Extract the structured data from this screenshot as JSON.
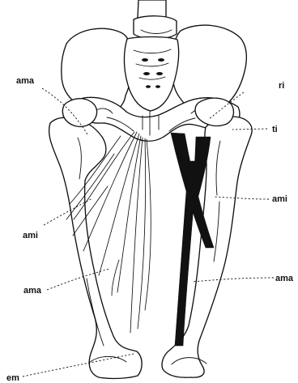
{
  "figure": {
    "labels": {
      "ama_top_left": "ama",
      "ri": "ri",
      "ti": "ti",
      "ami_left": "ami",
      "ami_right": "ami",
      "ama_lower_left": "ama",
      "ama_right": "ama",
      "em": "em"
    },
    "colors": {
      "ink": "#111111",
      "background": "#ffffff"
    }
  }
}
